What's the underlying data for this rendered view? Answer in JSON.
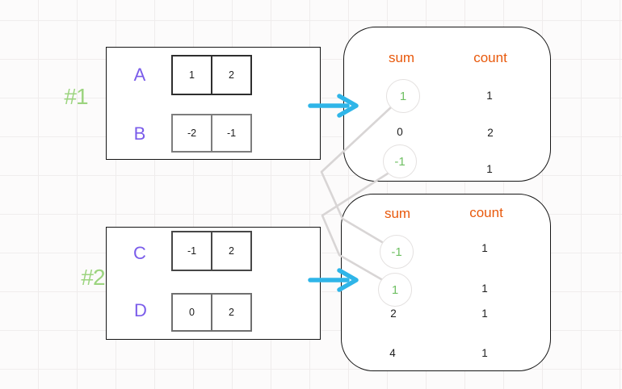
{
  "colors": {
    "array_label_purple": "#7a5cea",
    "group_label_green": "#9cd47f",
    "highlight_green": "#6fc063",
    "header_orange": "#e8590c",
    "arrow_cyan": "#2fb5e8",
    "connector_gray": "#d8d5d5",
    "text_black": "#1d1d1d",
    "cell_border_dark": "#2e2e2e",
    "cell_border_gray": "#7d7d7d"
  },
  "icons": {
    "group_to_table_arrow": "arrow-right"
  },
  "groups": [
    {
      "id": "#1",
      "arrays": [
        {
          "name": "A",
          "values": [
            "1",
            "2"
          ]
        },
        {
          "name": "B",
          "values": [
            "-2",
            "-1"
          ]
        }
      ],
      "result": {
        "headers": {
          "sum": "sum",
          "count": "count"
        },
        "rows": [
          {
            "sum": "1",
            "count": "1",
            "highlighted": true
          },
          {
            "sum": "0",
            "count": "2",
            "highlighted": false
          },
          {
            "sum": "-1",
            "count": "1",
            "highlighted": true
          }
        ]
      }
    },
    {
      "id": "#2",
      "arrays": [
        {
          "name": "C",
          "values": [
            "-1",
            "2"
          ]
        },
        {
          "name": "D",
          "values": [
            "0",
            "2"
          ]
        }
      ],
      "result": {
        "headers": {
          "sum": "sum",
          "count": "count"
        },
        "rows": [
          {
            "sum": "-1",
            "count": "1",
            "highlighted": true
          },
          {
            "sum": "1",
            "count": "1",
            "highlighted": true
          },
          {
            "sum": "2",
            "count": "1",
            "highlighted": false
          },
          {
            "sum": "4",
            "count": "1",
            "highlighted": false
          }
        ]
      }
    }
  ]
}
